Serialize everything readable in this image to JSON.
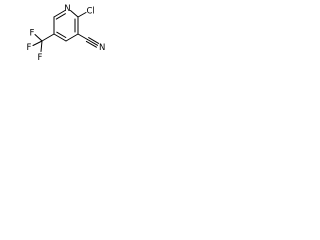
{
  "molecule": {
    "atom_labels": {
      "ring_nitrogen": "N",
      "chlorine": "Cl",
      "nitrile_nitrogen": "N",
      "fluorine_top": "F",
      "fluorine_left": "F",
      "fluorine_bottom": "F"
    },
    "colors": {
      "bond": "#000000",
      "text": "#000000",
      "background": "#ffffff"
    }
  }
}
